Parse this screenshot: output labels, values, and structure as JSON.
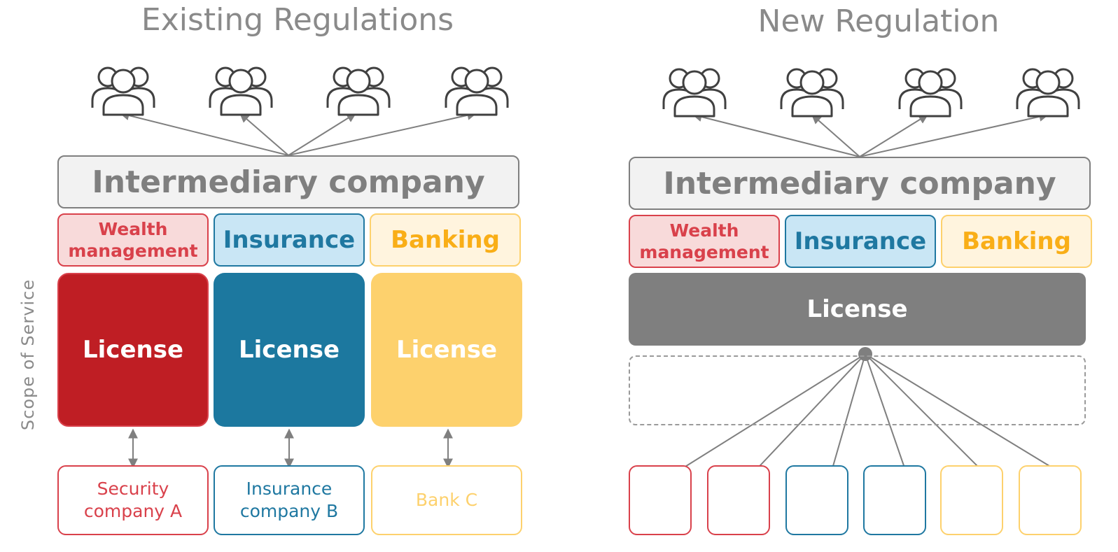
{
  "colors": {
    "red": "#d9414b",
    "dark_red": "#bf1e24",
    "blue": "#1f78a1",
    "yellow": "#fdd16d",
    "orange_text": "#f9ae17",
    "gray": "#7f7f7f"
  },
  "icon_name": "people-group-icon",
  "side_label": "Scope of Service",
  "left": {
    "title": "Existing Regulations",
    "intermediary": "Intermediary company",
    "categories": {
      "wealth": "Wealth\nmanagement",
      "insurance": "Insurance",
      "banking": "Banking"
    },
    "licenses": [
      "License",
      "License",
      "License"
    ],
    "companies": {
      "security": "Security\ncompany A",
      "insurance": "Insurance\ncompany B",
      "bank": "Bank C"
    }
  },
  "right": {
    "title": "New Regulation",
    "intermediary": "Intermediary company",
    "categories": {
      "wealth": "Wealth\nmanagement",
      "insurance": "Insurance",
      "banking": "Banking"
    },
    "license": "License"
  }
}
